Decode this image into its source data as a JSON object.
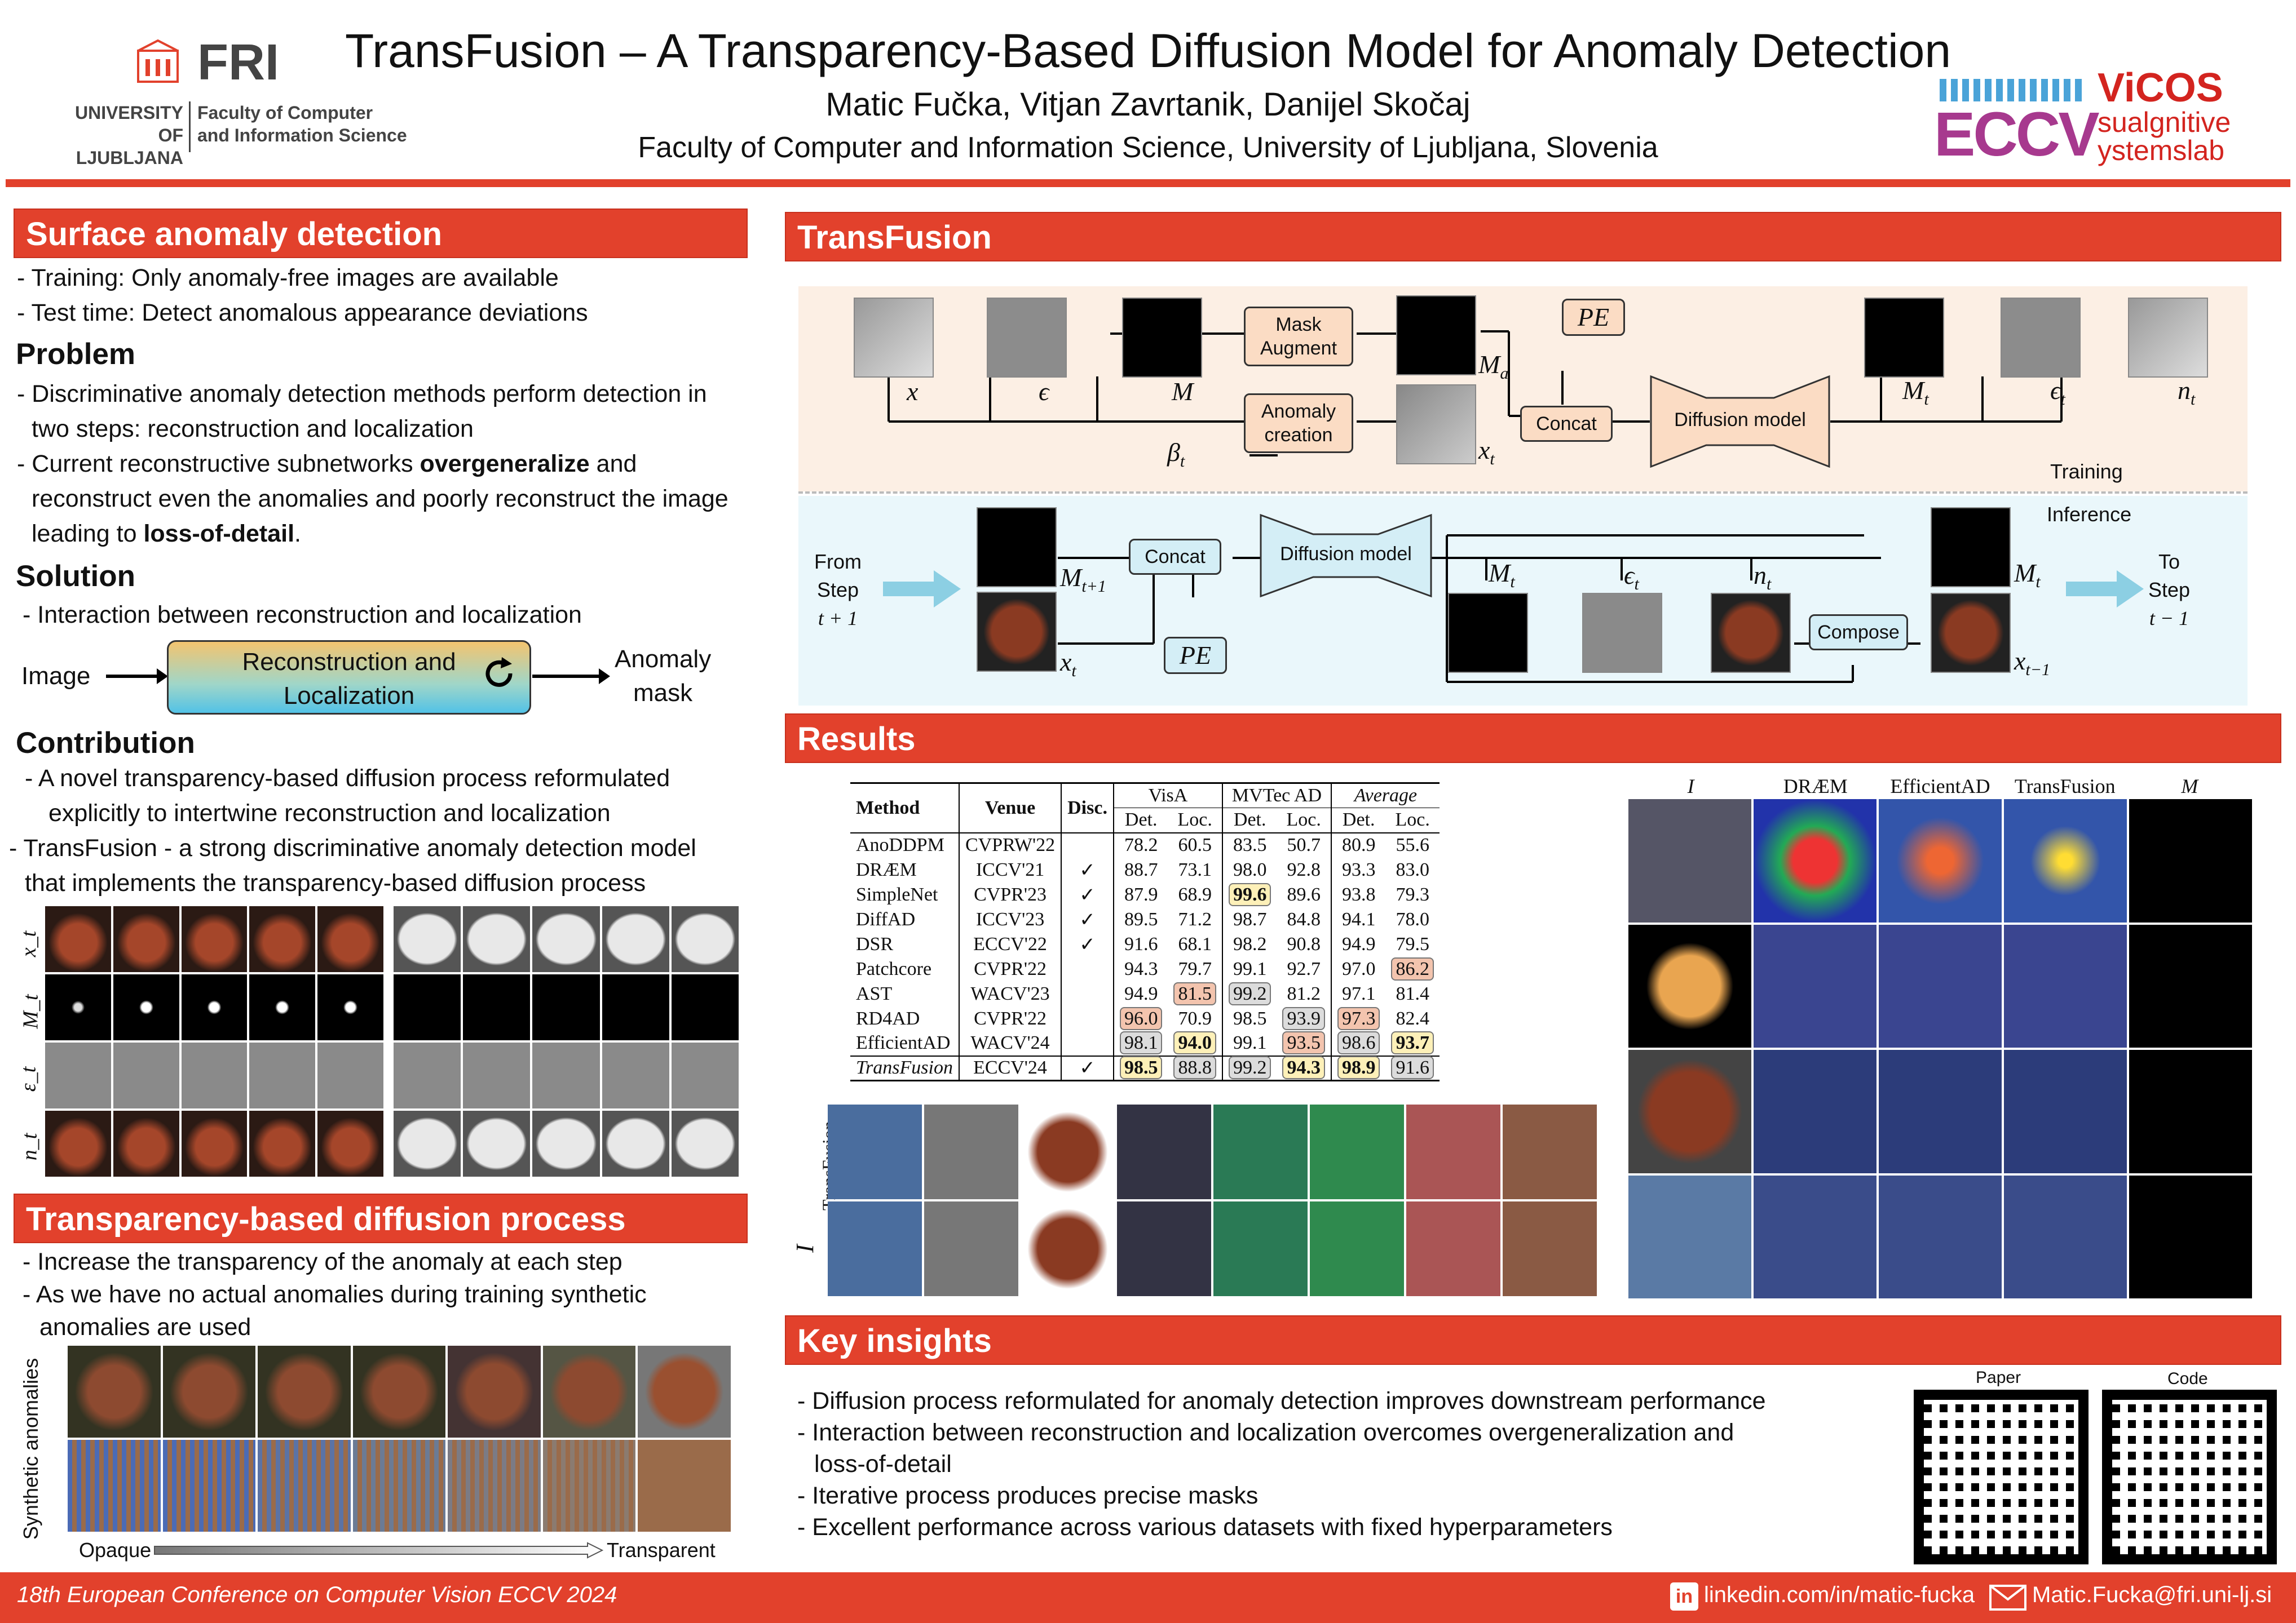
{
  "header": {
    "title": "TransFusion – A Transparency-Based Diffusion Model for Anomaly Detection",
    "authors": "Matic Fučka, Vitjan Zavrtanik, Danijel Skočaj",
    "affiliation": "Faculty of Computer and Information Science, University of Ljubljana, Slovenia",
    "fri_logo": "FRI",
    "uni_line1": "UNIVERSITY",
    "uni_line2": "OF LJUBLJANA",
    "fac_line1": "Faculty of Computer",
    "fac_line2": "and Information Science",
    "eccv": "ECCV",
    "vicos_top": "ViCOS",
    "vicos_mid": "sualgnitive",
    "vicos_bot": "ystemslab"
  },
  "surface": {
    "heading": "Surface anomaly detection",
    "l1": "- Training: Only anomaly-free images are available",
    "l2": "- Test time: Detect anomalous appearance deviations",
    "problem": "Problem",
    "p1": "- Discriminative anomaly detection methods perform detection in",
    "p2": "two steps: reconstruction and localization",
    "p3a": "- Current reconstructive subnetworks ",
    "p3b": "overgeneralize",
    "p3c": " and",
    "p4": "reconstruct even the anomalies and poorly reconstruct the image",
    "p5a": "leading to ",
    "p5b": "loss-of-detail",
    "p5c": ".",
    "solution": "Solution",
    "s1": "- Interaction between reconstruction and localization",
    "diag_in": "Image",
    "diag_box1": "Reconstruction and",
    "diag_box2": "Localization",
    "diag_out1": "Anomaly",
    "diag_out2": "mask",
    "contribution": "Contribution",
    "c1": "- A novel transparency-based diffusion process reformulated",
    "c2": "explicitly to intertwine reconstruction and localization",
    "c3": "- TransFusion - a strong discriminative anomaly detection model",
    "c4": "that implements the transparency-based diffusion process",
    "rowlabels": [
      "x_t",
      "M_t",
      "ε_t",
      "n_t"
    ]
  },
  "transparency": {
    "heading": "Transparency-based diffusion process",
    "l1": "- Increase the transparency of the anomaly at each step",
    "l2": "- As we have no actual anomalies during training synthetic",
    "l3": "anomalies are used",
    "side": "Synthetic anomalies",
    "opaque": "Opaque",
    "transparent": "Transparent"
  },
  "transfusion": {
    "heading": "TransFusion",
    "mask_aug1": "Mask",
    "mask_aug2": "Augment",
    "anom1": "Anomaly",
    "anom2": "creation",
    "pe": "PE",
    "concat": "Concat",
    "diffusion": "Diffusion model",
    "x": "x",
    "eps": "ϵ",
    "M": "M",
    "Ma": "M",
    "Ma_sub": "a",
    "xt": "x",
    "xt_sub": "t",
    "beta": "β",
    "beta_sub": "t",
    "Mt": "M",
    "Mt_sub": "t",
    "et": "ϵ",
    "et_sub": "t",
    "nt": "n",
    "nt_sub": "t",
    "training": "Training",
    "inference": "Inference",
    "from1": "From",
    "from2": "Step",
    "from3": "t + 1",
    "to1": "To",
    "to2": "Step",
    "to3": "t − 1",
    "Mt1": "M",
    "Mt1_sub": "t+1",
    "compose": "Compose",
    "xt1": "x",
    "xt1_sub": "t−1"
  },
  "results": {
    "heading": "Results",
    "col_method": "Method",
    "col_venue": "Venue",
    "col_disc": "Disc.",
    "grp_visa": "VisA",
    "grp_mvtec": "MVTec AD",
    "grp_avg": "Average",
    "det": "Det.",
    "loc": "Loc.",
    "rows": [
      {
        "m": "AnoDDPM",
        "v": "CVPRW'22",
        "d": "",
        "c": [
          "78.2",
          "60.5",
          "83.5",
          "50.7",
          "80.9",
          "55.6"
        ]
      },
      {
        "m": "DRÆM",
        "v": "ICCV'21",
        "d": "✓",
        "c": [
          "88.7",
          "73.1",
          "98.0",
          "92.8",
          "93.3",
          "83.0"
        ]
      },
      {
        "m": "SimpleNet",
        "v": "CVPR'23",
        "d": "✓",
        "c": [
          "87.9",
          "68.9",
          "99.6",
          "89.6",
          "93.8",
          "79.3"
        ]
      },
      {
        "m": "DiffAD",
        "v": "ICCV'23",
        "d": "✓",
        "c": [
          "89.5",
          "71.2",
          "98.7",
          "84.8",
          "94.1",
          "78.0"
        ]
      },
      {
        "m": "DSR",
        "v": "ECCV'22",
        "d": "✓",
        "c": [
          "91.6",
          "68.1",
          "98.2",
          "90.8",
          "94.9",
          "79.5"
        ]
      },
      {
        "m": "Patchcore",
        "v": "CVPR'22",
        "d": "",
        "c": [
          "94.3",
          "79.7",
          "99.1",
          "92.7",
          "97.0",
          "86.2"
        ]
      },
      {
        "m": "AST",
        "v": "WACV'23",
        "d": "",
        "c": [
          "94.9",
          "81.5",
          "99.2",
          "81.2",
          "97.1",
          "81.4"
        ]
      },
      {
        "m": "RD4AD",
        "v": "CVPR'22",
        "d": "",
        "c": [
          "96.0",
          "70.9",
          "98.5",
          "93.9",
          "97.3",
          "82.4"
        ]
      },
      {
        "m": "EfficientAD",
        "v": "WACV'24",
        "d": "",
        "c": [
          "98.1",
          "94.0",
          "99.1",
          "93.5",
          "98.6",
          "93.7"
        ]
      },
      {
        "m": "TransFusion",
        "v": "ECCV'24",
        "d": "✓",
        "c": [
          "98.5",
          "88.8",
          "99.2",
          "94.3",
          "98.9",
          "91.6"
        ]
      }
    ],
    "side_tf": "TransFusion",
    "side_I": "I",
    "q_cols": [
      "I",
      "DRÆM",
      "EfficientAD",
      "TransFusion",
      "M"
    ]
  },
  "insights": {
    "heading": "Key insights",
    "l1": "- Diffusion process reformulated for anomaly detection improves downstream performance",
    "l2": "- Interaction between reconstruction and localization overcomes overgeneralization and",
    "l3": "loss-of-detail",
    "l4": "- Iterative process produces precise masks",
    "l5": "- Excellent performance across various datasets with fixed hyperparameters",
    "paper": "Paper",
    "code": "Code"
  },
  "footer": {
    "conf": "18th European Conference on Computer Vision ECCV 2024",
    "linkedin": "linkedin.com/in/matic-fucka",
    "email": "Matic.Fucka@fri.uni-lj.si"
  }
}
